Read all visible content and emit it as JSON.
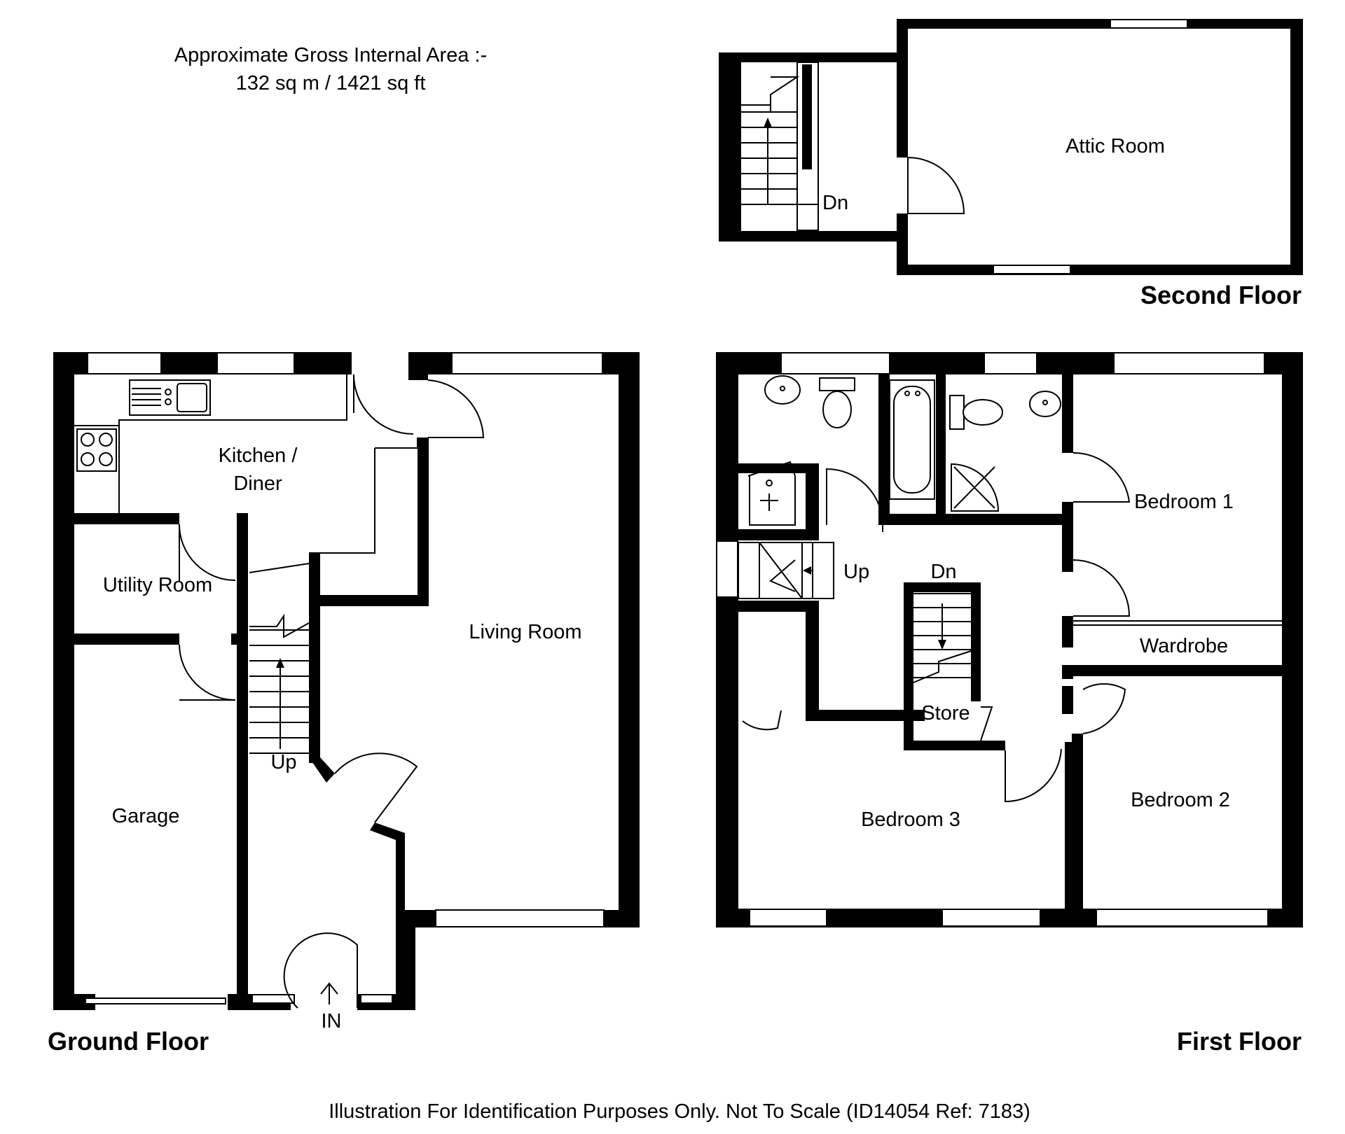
{
  "header": {
    "area_line1": "Approximate Gross Internal Area :-",
    "area_line2": "132 sq m / 1421 sq ft"
  },
  "floors": {
    "ground": "Ground Floor",
    "first": "First Floor",
    "second": "Second Floor"
  },
  "rooms": {
    "kitchen_line1": "Kitchen /",
    "kitchen_line2": "Diner",
    "utility": "Utility Room",
    "living": "Living Room",
    "garage": "Garage",
    "attic": "Attic Room",
    "bedroom1": "Bedroom 1",
    "bedroom2": "Bedroom 2",
    "bedroom3": "Bedroom 3",
    "wardrobe": "Wardrobe",
    "store": "Store"
  },
  "markers": {
    "ground_up": "Up",
    "entrance": "IN",
    "first_up": "Up",
    "first_dn": "Dn",
    "second_dn": "Dn"
  },
  "footer": {
    "disclaimer": "Illustration For Identification Purposes Only. Not To Scale (ID14054 Ref: 7183)"
  }
}
